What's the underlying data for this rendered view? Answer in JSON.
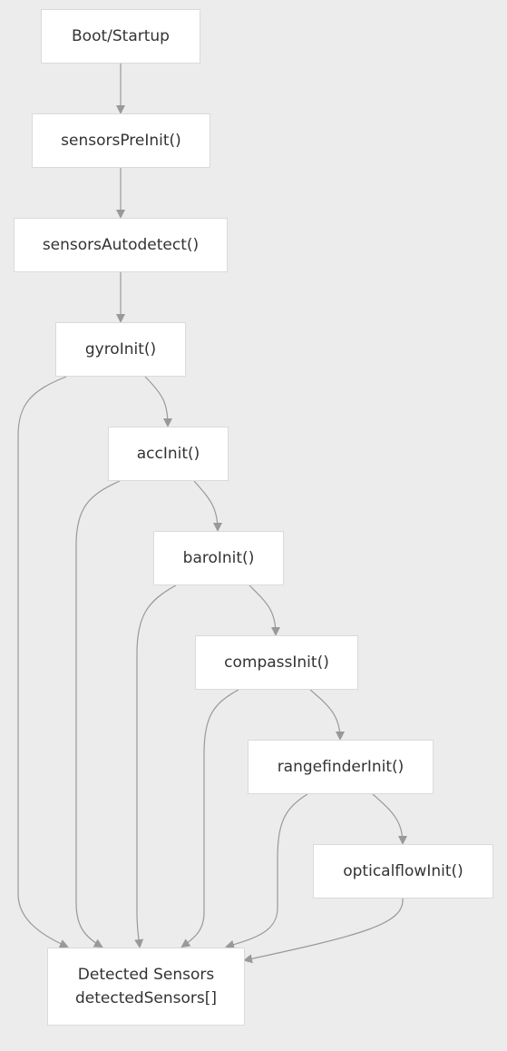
{
  "diagram": {
    "type": "flowchart",
    "nodes": [
      {
        "id": "boot",
        "lines": [
          "Boot/Startup"
        ]
      },
      {
        "id": "preinit",
        "lines": [
          "sensorsPreInit()"
        ]
      },
      {
        "id": "autodetect",
        "lines": [
          "sensorsAutodetect()"
        ]
      },
      {
        "id": "gyro",
        "lines": [
          "gyroInit()"
        ]
      },
      {
        "id": "acc",
        "lines": [
          "accInit()"
        ]
      },
      {
        "id": "baro",
        "lines": [
          "baroInit()"
        ]
      },
      {
        "id": "compass",
        "lines": [
          "compassInit()"
        ]
      },
      {
        "id": "rangefinder",
        "lines": [
          "rangefinderInit()"
        ]
      },
      {
        "id": "opticalflow",
        "lines": [
          "opticalflowInit()"
        ]
      },
      {
        "id": "detected",
        "lines": [
          "Detected Sensors",
          "detectedSensors[]"
        ]
      }
    ],
    "edges": [
      {
        "from": "boot",
        "to": "preinit"
      },
      {
        "from": "preinit",
        "to": "autodetect"
      },
      {
        "from": "autodetect",
        "to": "gyro"
      },
      {
        "from": "gyro",
        "to": "acc"
      },
      {
        "from": "gyro",
        "to": "detected"
      },
      {
        "from": "acc",
        "to": "baro"
      },
      {
        "from": "acc",
        "to": "detected"
      },
      {
        "from": "baro",
        "to": "compass"
      },
      {
        "from": "baro",
        "to": "detected"
      },
      {
        "from": "compass",
        "to": "rangefinder"
      },
      {
        "from": "compass",
        "to": "detected"
      },
      {
        "from": "rangefinder",
        "to": "opticalflow"
      },
      {
        "from": "rangefinder",
        "to": "detected"
      },
      {
        "from": "opticalflow",
        "to": "detected"
      }
    ],
    "colors": {
      "background": "#ececec",
      "node_fill": "#ffffff",
      "node_border": "#dadada",
      "edge": "#999999",
      "text": "#333333"
    }
  }
}
